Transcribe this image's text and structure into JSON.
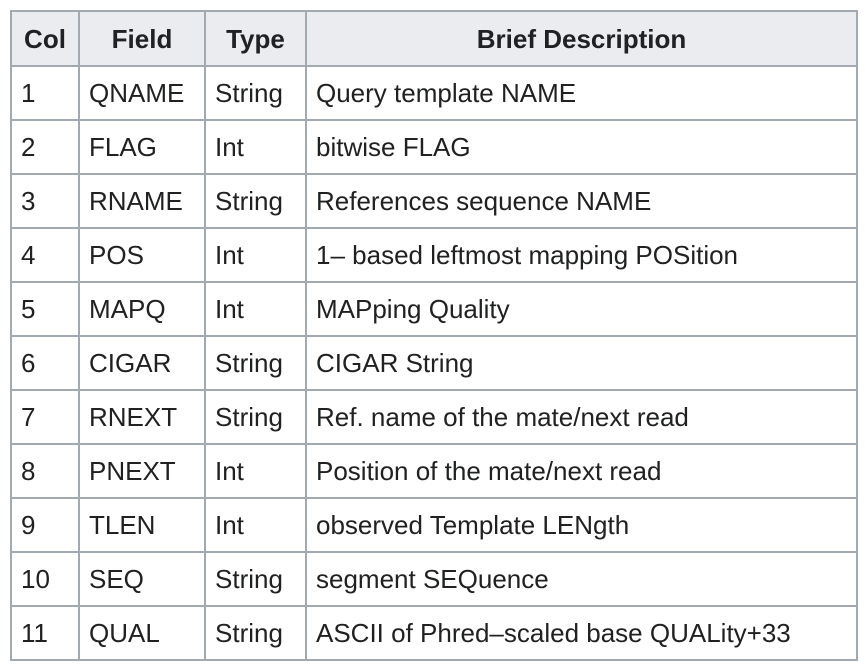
{
  "table": {
    "headers": [
      "Col",
      "Field",
      "Type",
      "Brief Description"
    ],
    "rows": [
      [
        "1",
        "QNAME",
        "String",
        "Query template NAME"
      ],
      [
        "2",
        "FLAG",
        "Int",
        "bitwise FLAG"
      ],
      [
        "3",
        "RNAME",
        "String",
        "References sequence NAME"
      ],
      [
        "4",
        "POS",
        "Int",
        "1– based leftmost mapping POSition"
      ],
      [
        "5",
        "MAPQ",
        "Int",
        "MAPping Quality"
      ],
      [
        "6",
        "CIGAR",
        "String",
        "CIGAR String"
      ],
      [
        "7",
        "RNEXT",
        "String",
        "Ref. name of the mate/next read"
      ],
      [
        "8",
        "PNEXT",
        "Int",
        "Position of the mate/next read"
      ],
      [
        "9",
        "TLEN",
        "Int",
        "observed Template LENgth"
      ],
      [
        "10",
        "SEQ",
        "String",
        "segment SEQuence"
      ],
      [
        "11",
        "QUAL",
        "String",
        "ASCII of Phred–scaled base QUALity+33"
      ]
    ]
  },
  "colors": {
    "border": "#a2a9b1",
    "header_bg": "#eaecf0",
    "text": "#202122"
  }
}
